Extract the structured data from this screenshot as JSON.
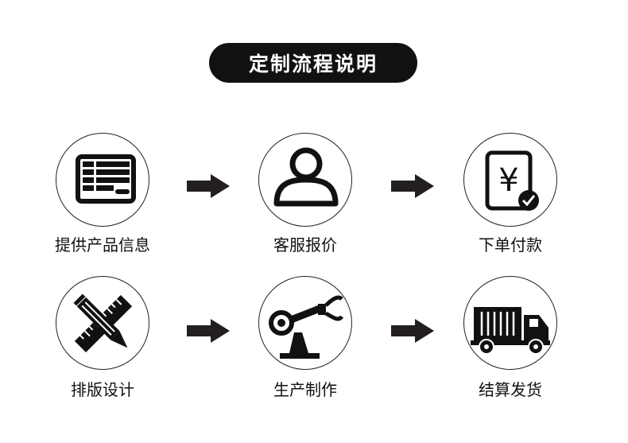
{
  "title": "定制流程说明",
  "steps": [
    {
      "label": "提供产品信息",
      "icon": "form-icon"
    },
    {
      "label": "客服报价",
      "icon": "user-icon"
    },
    {
      "label": "下单付款",
      "icon": "yen-invoice-icon"
    },
    {
      "label": "排版设计",
      "icon": "pencil-ruler-icon"
    },
    {
      "label": "生产制作",
      "icon": "robot-arm-icon"
    },
    {
      "label": "结算发货",
      "icon": "truck-icon"
    }
  ],
  "colors": {
    "dark": "#111111",
    "arrow": "#231f20",
    "background": "#ffffff"
  }
}
